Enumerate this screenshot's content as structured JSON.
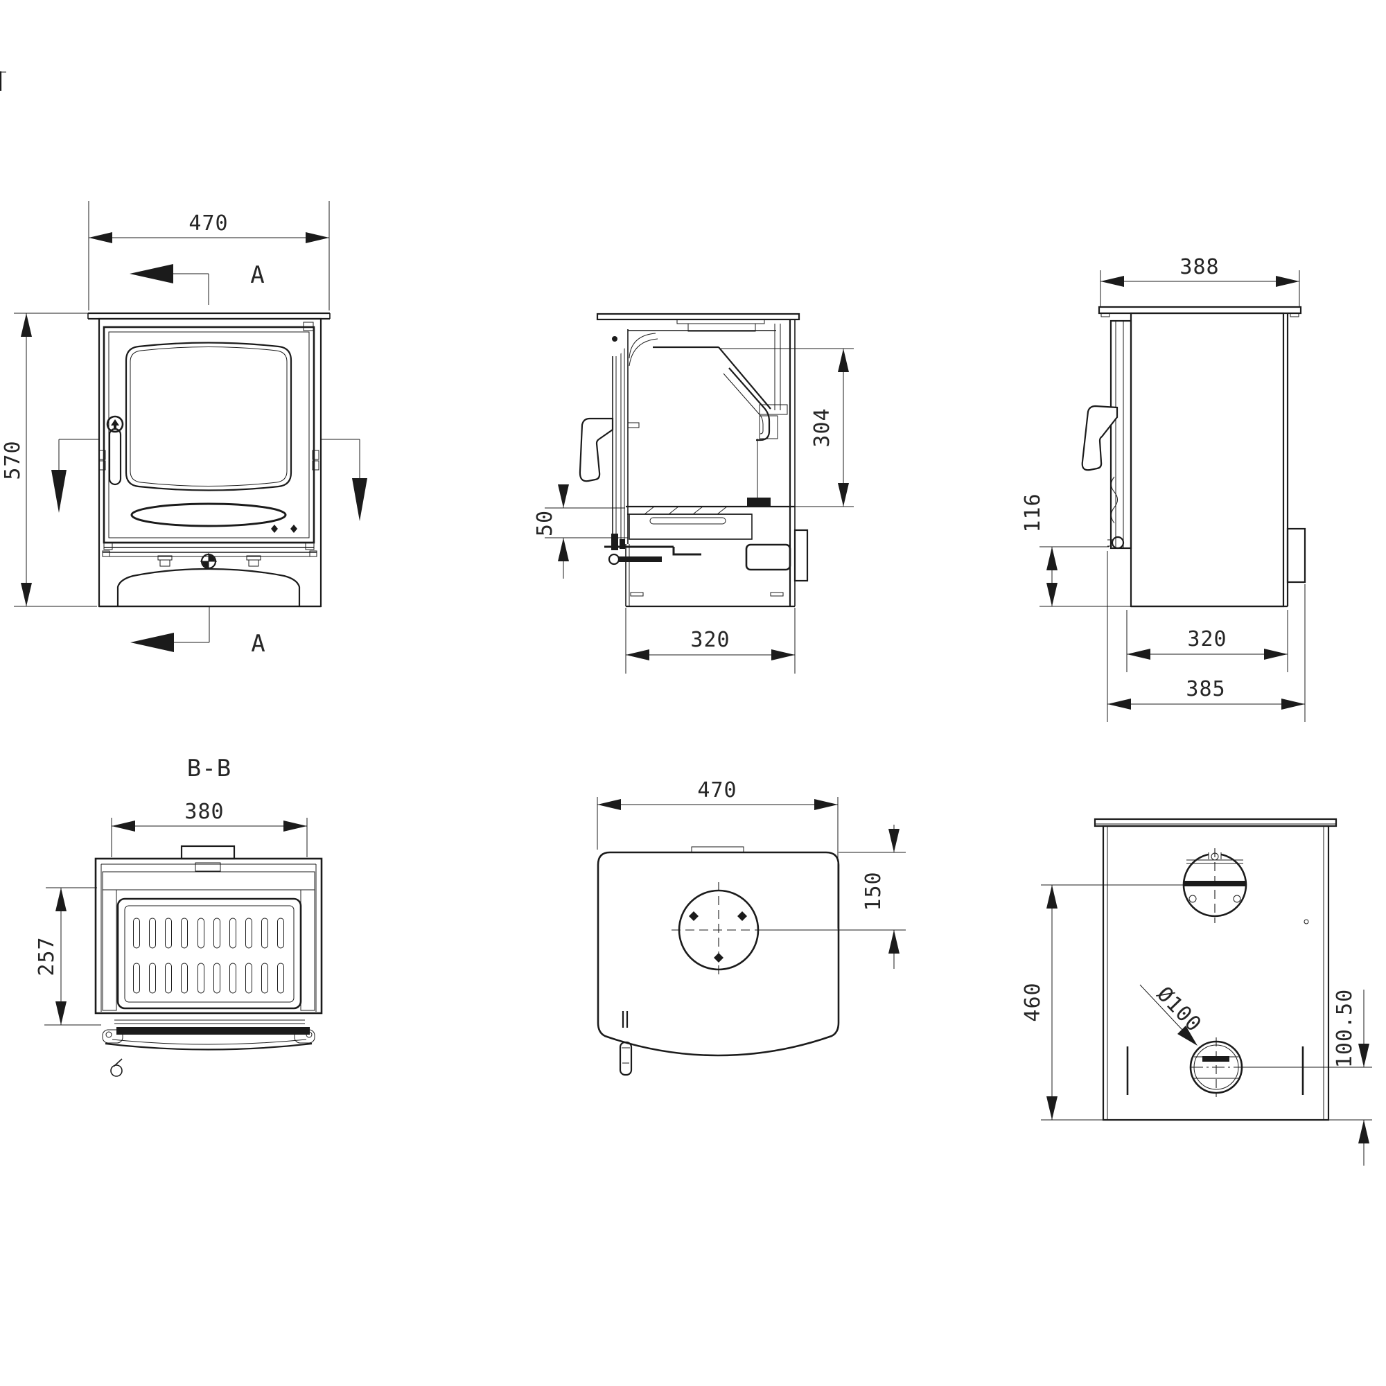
{
  "drawing": {
    "front_view": {
      "width_dim": "470",
      "height_dim": "570",
      "section_label_top": "A",
      "section_label_bottom": "A"
    },
    "section_a_view": {
      "firebox_height_dim": "304",
      "grate_gap_dim": "50",
      "base_width_dim": "320"
    },
    "side_view": {
      "top_plate_depth_dim": "388",
      "lower_edge_height_dim": "116",
      "body_depth_dim": "320",
      "overall_depth_dim": "385"
    },
    "section_b_view": {
      "title": "B-B",
      "width_dim": "380",
      "depth_dim": "257"
    },
    "top_view": {
      "width_dim": "470",
      "flue_offset_dim": "150"
    },
    "rear_view": {
      "flue_height_dim": "460",
      "air_inlet_diameter": "Ø100",
      "air_inlet_height_dim": "100.50"
    }
  }
}
